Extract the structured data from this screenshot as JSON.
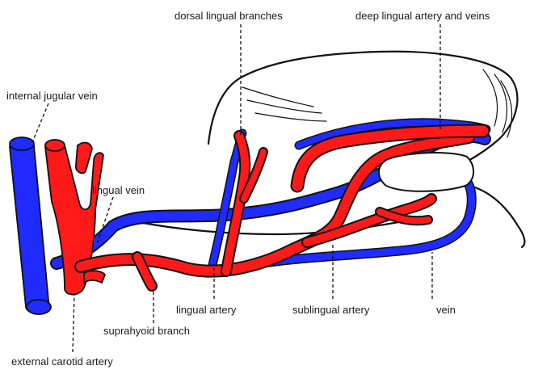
{
  "diagram": {
    "labels": {
      "dorsal_lingual_branches": "dorsal lingual branches",
      "deep_lingual": "deep lingual artery and veins",
      "internal_jugular_vein": "internal jugular vein",
      "lingual_vein": "lingual vein",
      "lingual_artery": "lingual artery",
      "sublingual_artery": "sublingual artery",
      "vein": "vein",
      "suprahyoid_branch": "suprahyoid branch",
      "external_carotid_artery": "external carotid artery"
    },
    "colors": {
      "artery": "#ff1a1a",
      "vein": "#1f2bff",
      "outline": "#111111",
      "background": "#ffffff"
    }
  }
}
